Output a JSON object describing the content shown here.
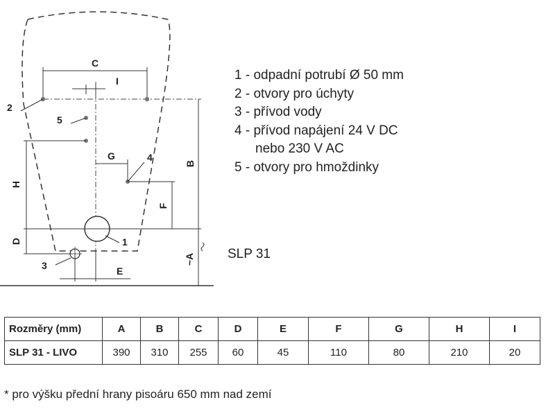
{
  "diagram": {
    "dimension_labels": {
      "c": "C",
      "i": "I",
      "b": "B",
      "h": "H",
      "g": "G",
      "f": "F",
      "d": "D",
      "e": "E",
      "a": "~A"
    },
    "callouts": [
      "1",
      "2",
      "3",
      "4",
      "5"
    ]
  },
  "legend": [
    "1 - odpadní potrubí Ø 50 mm",
    "2 - otvory pro úchyty",
    "3 - přívod vody",
    "4 - přívod napájení 24 V DC",
    "nebo 230 V AC",
    "5 - otvory pro hmoždinky"
  ],
  "model_label": "SLP 31",
  "table": {
    "header": [
      "Rozměry (mm)",
      "A",
      "B",
      "C",
      "D",
      "E",
      "F",
      "G",
      "H",
      "I"
    ],
    "rows": [
      [
        "SLP 31 - LIVO",
        "390",
        "310",
        "255",
        "60",
        "45",
        "110",
        "80",
        "210",
        "20"
      ]
    ]
  },
  "footnote": "* pro výšku přední hrany pisoáru 650 mm nad zemí"
}
